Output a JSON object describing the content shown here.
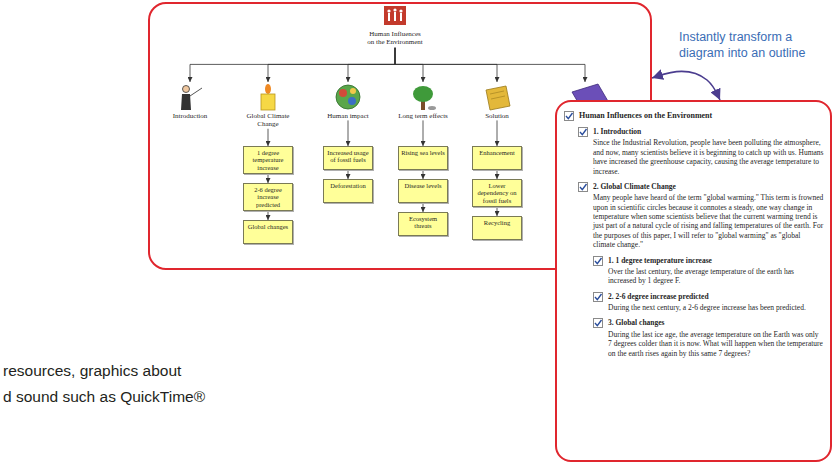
{
  "diagram": {
    "nodes": [
      {
        "text": []
      },
      {
        "text": [
          "Human Influences on the Environment"
        ],
        "in": 0
      },
      {
        "text": [
          "Introduction"
        ],
        "in": 0
      },
      {
        "text": [
          "Global Climate Change"
        ],
        "in": 0
      },
      {
        "text": [
          "Human impact"
        ],
        "in": 0
      },
      {
        "text": [
          "Long term effects"
        ],
        "in": 0
      },
      {
        "text": [
          "Solution"
        ],
        "in": 0
      },
      {
        "text": [],
        "in": 0
      },
      {
        "text": [
          "1 degree temperature increase"
        ],
        "in": 0
      },
      {
        "text": [
          "2-6 degree increase predicted"
        ],
        "in": 0
      },
      {
        "text": [
          "Global changes"
        ],
        "in": 0
      },
      {
        "text": [
          "Increased usage of fossil fuels"
        ],
        "in": 0
      },
      {
        "text": [
          "Deforestation"
        ],
        "in": 0
      },
      {
        "text": [
          "Rising sea levels"
        ],
        "in": 0
      },
      {
        "text": [
          "Disease levels"
        ],
        "in": 0
      },
      {
        "text": [
          "Ecosystem threats"
        ],
        "in": 0
      },
      {
        "text": [
          "Enhancement"
        ],
        "in": 0
      },
      {
        "text": [
          "Lower dependency on fossil fuels"
        ],
        "in": 0
      },
      {
        "text": [
          "Recycling"
        ],
        "in": 0
      },
      {
        "text": [
          "Human Influences on the Environment",
          "1. Introduction",
          "Since the Industrial Revolution, people have been polluting the atmosphere, and now, many scientists believe it is beginning to catch up with us. Humans have increased the greenhouse capacity, causing the average temperature to increase.",
          "2. Global Climate Change",
          "Many people have heard of the term \"global warming.\" This term is frowned upon in scientific circles because it connotes a steady, one way change in temperature when some scientists believe that the current warming trend is just part of a natural cycle of rising and falling temperatures of the earth. For the purposes of this paper, I will refer to \"global warming\" as \"global climate change.\"",
          "1. 1 degree temperature increase",
          "Over the last century, the average temperature of the earth has increased by 1 degree F.",
          "2. 2-6 degree increase predicted",
          "During the next century, a 2-6 degree increase has been predicted.",
          "3. Global changes",
          "During the last ice age, the average temperature on the Earth was only 7 degrees colder than it is now. What will happen when the temperature on the earth rises again by this same 7 degrees?"
        ]
      }
    ],
    "edges": [
      {
        "from": 1,
        "to": 2,
        "arrow": "to"
      },
      {
        "from": 1,
        "to": 3,
        "arrow": "to"
      },
      {
        "from": 1,
        "to": 4,
        "arrow": "to"
      },
      {
        "from": 1,
        "to": 5,
        "arrow": "to"
      },
      {
        "from": 1,
        "to": 6,
        "arrow": "to"
      },
      {
        "from": 1,
        "to": 7,
        "arrow": "to"
      },
      {
        "from": 3,
        "to": 8,
        "arrow": "to"
      },
      {
        "from": 8,
        "to": 9,
        "arrow": "to"
      },
      {
        "from": 9,
        "to": 10,
        "arrow": "to"
      },
      {
        "from": 4,
        "to": 11,
        "arrow": "to"
      },
      {
        "from": 11,
        "to": 12,
        "arrow": "to"
      },
      {
        "from": 5,
        "to": 13,
        "arrow": "to"
      },
      {
        "from": 13,
        "to": 14,
        "arrow": "to"
      },
      {
        "from": 14,
        "to": 15,
        "arrow": "to"
      },
      {
        "from": 6,
        "to": 16,
        "arrow": "to"
      },
      {
        "from": 16,
        "to": 17,
        "arrow": "to"
      },
      {
        "from": 17,
        "to": 18,
        "arrow": "to"
      },
      {
        "from": 0,
        "to": 19,
        "arrow": "both"
      }
    ],
    "labels": [
      "Instantly transform a diagram into an outline",
      "resources, graphics about",
      "d sound such as QuickTime®"
    ]
  }
}
